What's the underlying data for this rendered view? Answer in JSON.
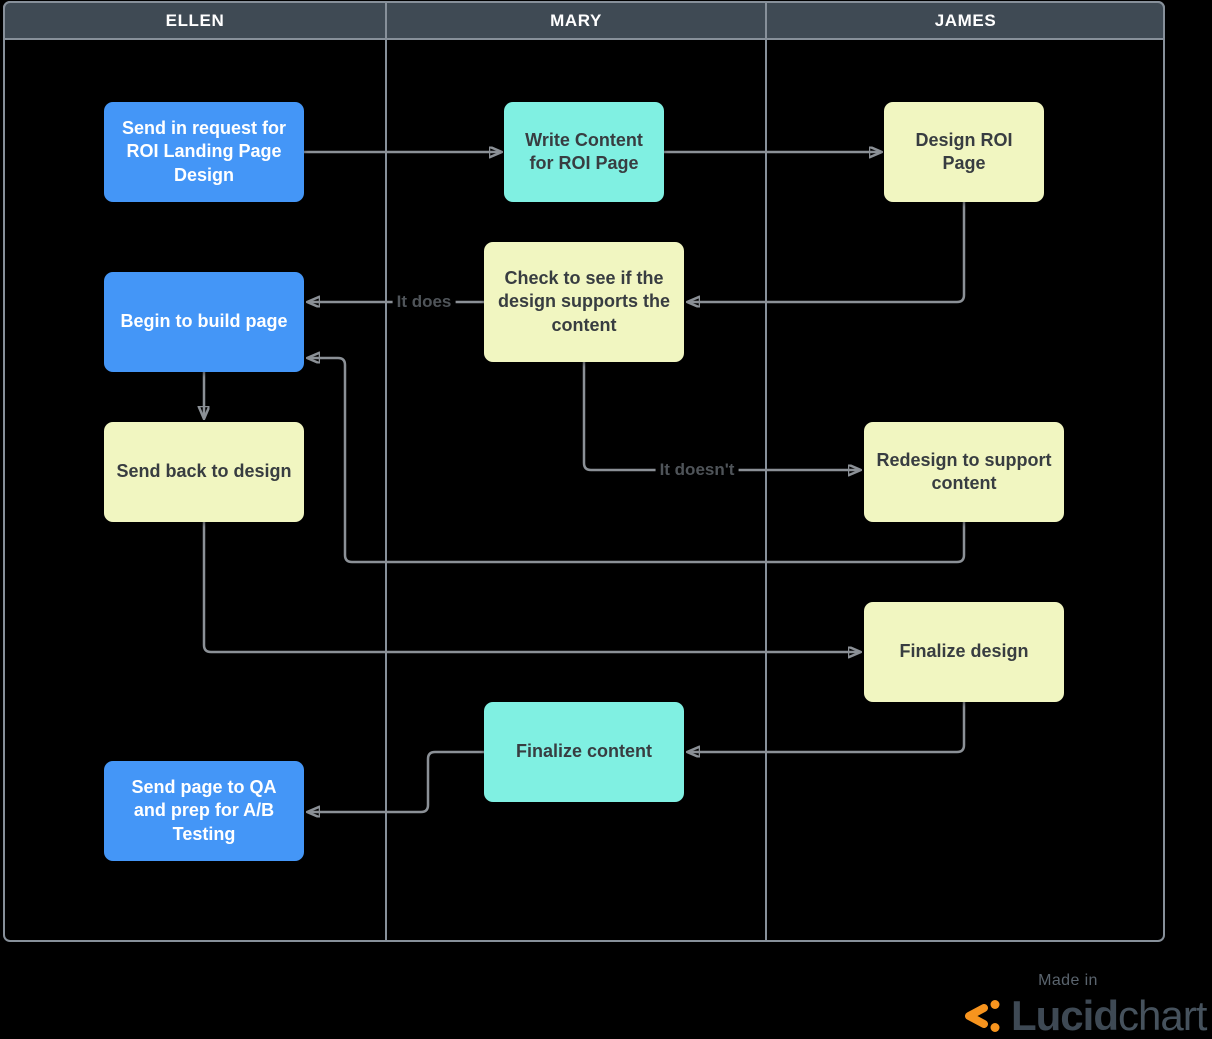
{
  "lanes": [
    {
      "label": "ELLEN"
    },
    {
      "label": "MARY"
    },
    {
      "label": "JAMES"
    }
  ],
  "nodes": [
    {
      "id": "send-request",
      "lane": "ELLEN",
      "label": "Send in request for ROI Landing Page Design",
      "color": "blue"
    },
    {
      "id": "write-content",
      "lane": "MARY",
      "label": "Write Content for ROI Page",
      "color": "teal"
    },
    {
      "id": "design-roi",
      "lane": "JAMES",
      "label": "Design ROI Page",
      "color": "yellow"
    },
    {
      "id": "check-design",
      "lane": "MARY",
      "label": "Check to see if the design supports the content",
      "color": "yellow"
    },
    {
      "id": "begin-build",
      "lane": "ELLEN",
      "label": "Begin to build page",
      "color": "blue"
    },
    {
      "id": "send-back",
      "lane": "ELLEN",
      "label": "Send back to design",
      "color": "yellow"
    },
    {
      "id": "redesign",
      "lane": "JAMES",
      "label": "Redesign to support content",
      "color": "yellow"
    },
    {
      "id": "finalize-design",
      "lane": "JAMES",
      "label": "Finalize design",
      "color": "yellow"
    },
    {
      "id": "finalize-content",
      "lane": "MARY",
      "label": "Finalize content",
      "color": "teal"
    },
    {
      "id": "send-qa",
      "lane": "ELLEN",
      "label": "Send page to QA and prep for A/B Testing",
      "color": "blue"
    }
  ],
  "edges": [
    {
      "from": "send-request",
      "to": "write-content",
      "label": ""
    },
    {
      "from": "write-content",
      "to": "design-roi",
      "label": ""
    },
    {
      "from": "design-roi",
      "to": "check-design",
      "label": ""
    },
    {
      "from": "check-design",
      "to": "begin-build",
      "label": "It does"
    },
    {
      "from": "check-design",
      "to": "redesign",
      "label": "It doesn't"
    },
    {
      "from": "redesign",
      "to": "begin-build",
      "label": ""
    },
    {
      "from": "begin-build",
      "to": "send-back",
      "label": ""
    },
    {
      "from": "send-back",
      "to": "finalize-design",
      "label": ""
    },
    {
      "from": "finalize-design",
      "to": "finalize-content",
      "label": ""
    },
    {
      "from": "finalize-content",
      "to": "send-qa",
      "label": ""
    }
  ],
  "colors": {
    "node_blue": "#4496f7",
    "node_teal": "#80f0e2",
    "node_yellow": "#f1f6c1",
    "node_text_dark": "#383d41",
    "node_text_light": "#ffffff",
    "lane_header_bg": "#3f4a54",
    "lane_border": "#87909a",
    "connector": "#8b9096",
    "edge_label_text": "#4f5459",
    "logo_orange": "#f7941e"
  },
  "watermark": {
    "made_in": "Made in",
    "brand_bold": "Lucid",
    "brand_light": "chart"
  }
}
